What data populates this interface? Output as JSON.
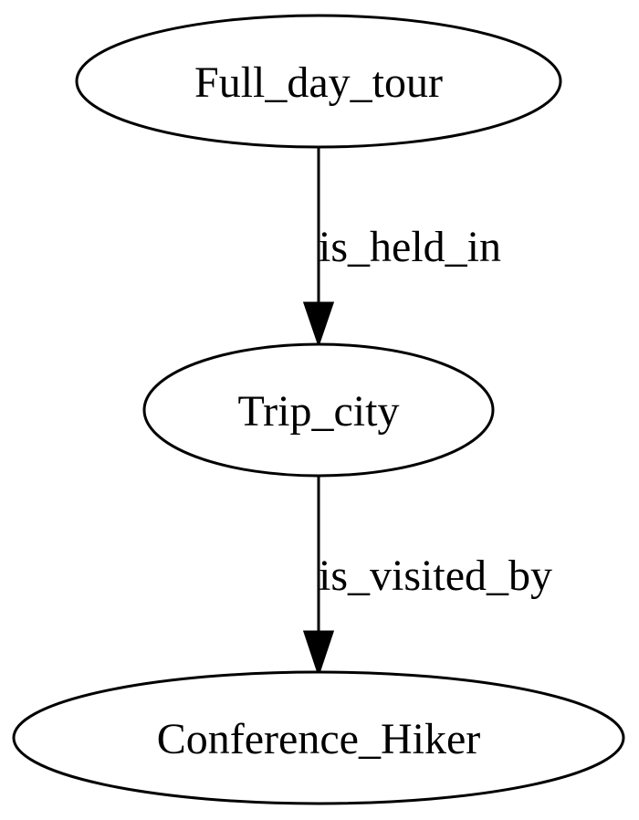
{
  "nodes": [
    {
      "id": "full_day_tour",
      "label": "Full_day_tour"
    },
    {
      "id": "trip_city",
      "label": "Trip_city"
    },
    {
      "id": "conference_hiker",
      "label": "Conference_Hiker"
    }
  ],
  "edges": [
    {
      "from": "full_day_tour",
      "to": "trip_city",
      "label": "is_held_in"
    },
    {
      "from": "trip_city",
      "to": "conference_hiker",
      "label": "is_visited_by"
    }
  ]
}
